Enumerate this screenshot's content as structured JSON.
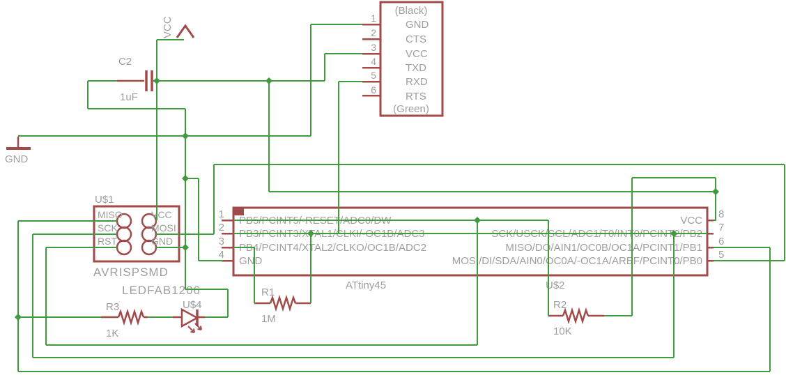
{
  "colors": {
    "wire_green": "#3e9c3e",
    "part_red": "#a04a4a",
    "label_gray": "#9e9e9e",
    "background": "#ffffff"
  },
  "serial_connector": {
    "top_label": "(Black)",
    "bottom_label": "(Green)",
    "pins": [
      {
        "number": "1",
        "name": "GND"
      },
      {
        "number": "2",
        "name": "CTS"
      },
      {
        "number": "3",
        "name": "VCC"
      },
      {
        "number": "4",
        "name": "TXD"
      },
      {
        "number": "5",
        "name": "RXD"
      },
      {
        "number": "6",
        "name": "RTS"
      }
    ]
  },
  "power": {
    "vcc_label": "VCC",
    "gnd_label": "GND"
  },
  "capacitor_c2": {
    "name": "C2",
    "value": "1uF"
  },
  "isp_header_u1": {
    "name": "U$1",
    "value": "AVRISPSMD",
    "left_pins": [
      {
        "name": "MISO"
      },
      {
        "name": "SCK"
      },
      {
        "name": "RST"
      }
    ],
    "right_pins": [
      {
        "name": "VCC"
      },
      {
        "name": "MOSI"
      },
      {
        "name": "GND"
      }
    ]
  },
  "mcu_attiny45": {
    "name": "U$2",
    "value": "ATtiny45",
    "left_pins": [
      {
        "number": "1",
        "label": "PB5/PCINT5/-RESET/ADC0/DW"
      },
      {
        "number": "2",
        "label": "PB3/PCINT3/XTAL1/CLKI/-OC1B/ADC3"
      },
      {
        "number": "3",
        "label": "PB4/PCINT4/XTAL2/CLKO/OC1B/ADC2"
      },
      {
        "number": "4",
        "label": "GND"
      }
    ],
    "right_pins": [
      {
        "number": "8",
        "label": "VCC"
      },
      {
        "number": "7",
        "label": "SCK/USCK/SCL/ADC1/T0/INT0/PCINT2/PB2"
      },
      {
        "number": "6",
        "label": "MISO/DO/AIN1/OC0B/OC1A/PCINT1/PB1"
      },
      {
        "number": "5",
        "label": "MOSI/DI/SDA/AIN0/OC0A/-OC1A/AREF/PCINT0/PB0"
      }
    ]
  },
  "resistor_r1": {
    "name": "R1",
    "value": "1M"
  },
  "resistor_r2": {
    "name": "R2",
    "value": "10K"
  },
  "resistor_r3": {
    "name": "R3",
    "value": "1K"
  },
  "led_u4": {
    "name": "U$4",
    "value": "LEDFAB1206"
  }
}
